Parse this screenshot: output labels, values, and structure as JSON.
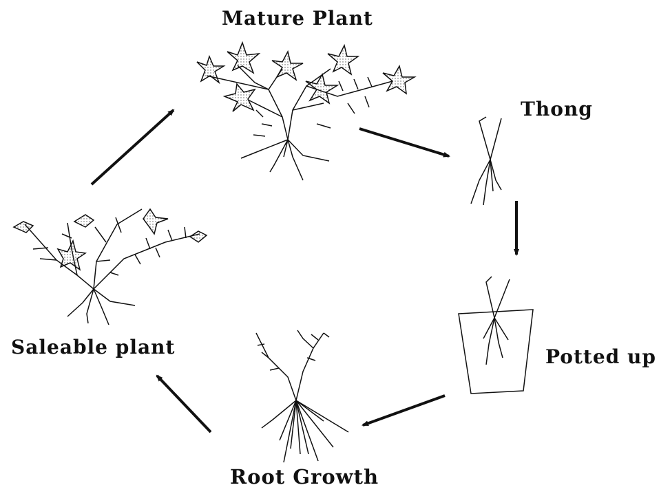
{
  "diagram": {
    "stages": {
      "mature": "Mature Plant",
      "thong": "Thong",
      "potted": "Potted up",
      "root": "Root Growth",
      "saleable": "Saleable plant"
    }
  }
}
